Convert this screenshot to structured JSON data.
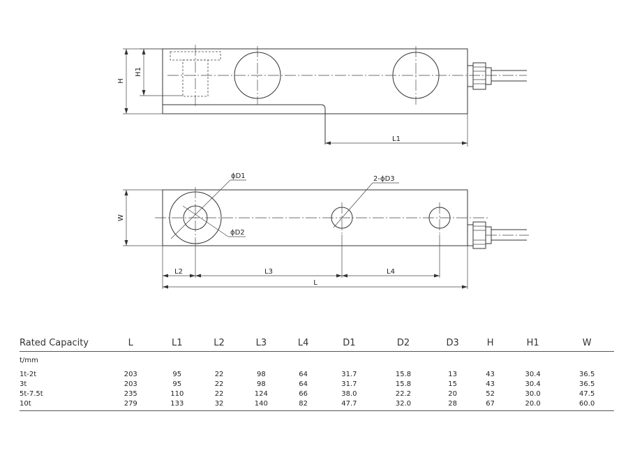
{
  "drawing": {
    "side_view": {
      "labels": {
        "h": "H",
        "h1": "H1",
        "l1": "L1"
      }
    },
    "top_view": {
      "labels": {
        "d1": "ϕD1",
        "d2": "ϕD2",
        "d3": "2-ϕD3",
        "w": "W",
        "l2": "L2",
        "l3": "L3",
        "l4": "L4",
        "l": "L"
      }
    }
  },
  "table": {
    "headers": [
      "Rated Capacity",
      "L",
      "L1",
      "L2",
      "L3",
      "L4",
      "D1",
      "D2",
      "D3",
      "H",
      "H1",
      "W"
    ],
    "unit_label": "t/mm",
    "rows": [
      [
        "1t-2t",
        "203",
        "95",
        "22",
        "98",
        "64",
        "31.7",
        "15.8",
        "13",
        "43",
        "30.4",
        "36.5"
      ],
      [
        "3t",
        "203",
        "95",
        "22",
        "98",
        "64",
        "31.7",
        "15.8",
        "15",
        "43",
        "30.4",
        "36.5"
      ],
      [
        "5t-7.5t",
        "235",
        "110",
        "22",
        "124",
        "66",
        "38.0",
        "22.2",
        "20",
        "52",
        "30.0",
        "47.5"
      ],
      [
        "10t",
        "279",
        "133",
        "32",
        "140",
        "82",
        "47.7",
        "32.0",
        "28",
        "67",
        "20.0",
        "60.0"
      ]
    ]
  }
}
